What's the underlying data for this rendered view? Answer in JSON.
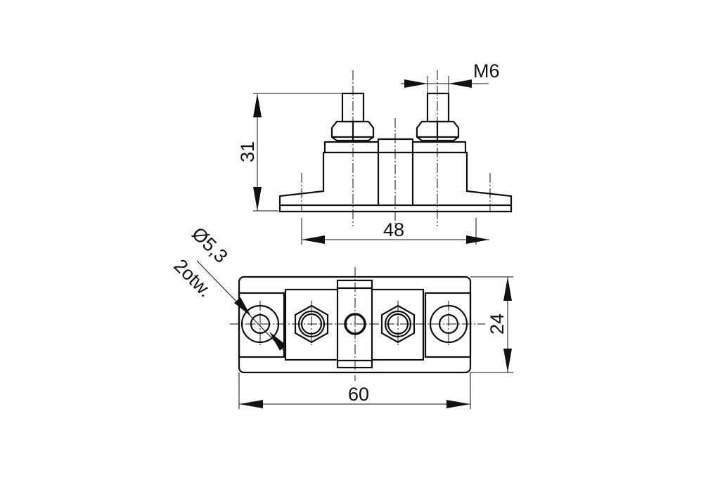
{
  "drawing": {
    "dimensions": {
      "height": "31",
      "hole_spacing": "48",
      "thread": "M6",
      "width": "24",
      "length": "60",
      "hole_diameter": "Ø5,3",
      "hole_count": "2otw."
    }
  }
}
